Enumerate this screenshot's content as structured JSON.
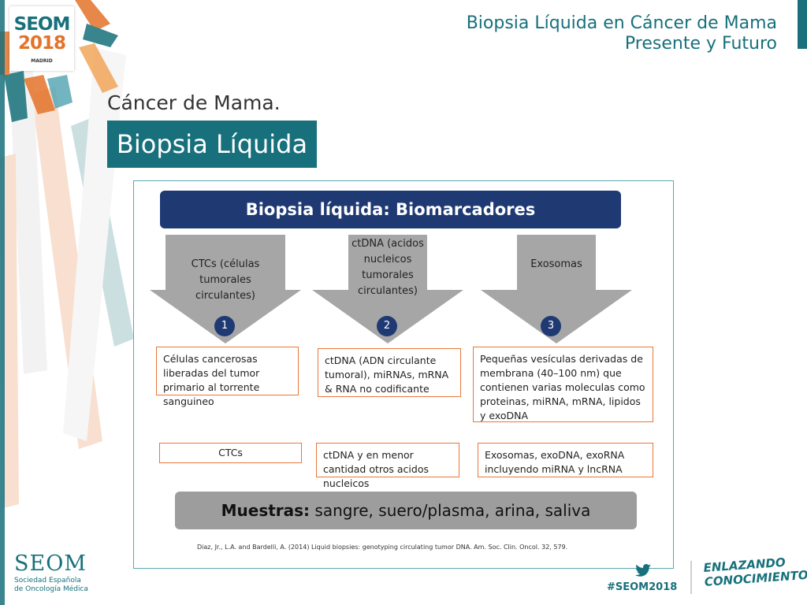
{
  "header": {
    "title_line1": "Biopsia Líquida en Cáncer de Mama",
    "title_line2": "Presente y Futuro"
  },
  "logo": {
    "line1": "SEOM",
    "line2": "2018",
    "line3": "MADRID"
  },
  "section_title": "Cáncer de Mama.",
  "teal_label": "Biopsia Líquida",
  "diagram": {
    "header": "Biopsia líquida: Biomarcadores",
    "columns": [
      {
        "arrow_label": "CTCs (células\ntumorales\ncirculantes)",
        "number": "1",
        "description": "Células cancerosas liberadas del tumor primario al torrente sanguineo",
        "analyte": "CTCs"
      },
      {
        "arrow_label": "ctDNA (acidos\nnucleicos\ntumorales\ncirculantes)",
        "number": "2",
        "description": "ctDNA (ADN circulante tumoral), miRNAs, mRNA & RNA no codificante",
        "analyte": "ctDNA y en menor cantidad otros acidos nucleicos"
      },
      {
        "arrow_label": "Exosomas",
        "number": "3",
        "description": "Pequeñas vesículas derivadas de membrana (40–100 nm) que contienen varias moleculas como proteinas, miRNA, mRNA, lipidos y exoDNA",
        "analyte": "Exosomas, exoDNA, exoRNA incluyendo miRNA y lncRNA"
      }
    ],
    "samples_label": "Muestras:",
    "samples_value": " sangre, suero/plasma, arina, saliva",
    "citation": "Diaz, Jr., L.A. and Bardelli, A. (2014) Liquid biopsies: genotyping circulating tumor DNA. Am. Soc. Clin. Oncol. 32, 579."
  },
  "footer": {
    "org": "SEOM",
    "org_line1": "Sociedad Española",
    "org_line2": "de Oncología Médica",
    "hashtag": "#SEOM2018",
    "slogan": "ENLAZANDO\nCONOCIMIENTO"
  },
  "colors": {
    "teal": "#17707b",
    "navy": "#1f3a73",
    "orange": "#e8773a",
    "gray": "#9d9d9d"
  }
}
